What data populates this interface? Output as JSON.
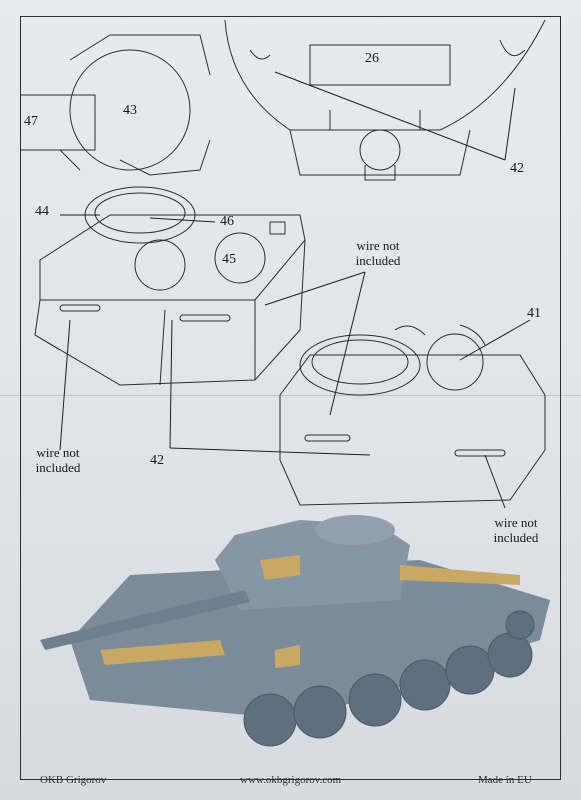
{
  "callouts": {
    "p26": "26",
    "p41": "41",
    "p42_top": "42",
    "p42_mid": "42",
    "p43": "43",
    "p44": "44",
    "p45": "45",
    "p46": "46",
    "p47": "47"
  },
  "notes": {
    "wire_top": [
      "wire not",
      "included"
    ],
    "wire_left": [
      "wire not",
      "included"
    ],
    "wire_right": [
      "wire not",
      "included"
    ]
  },
  "footer": {
    "left": "OKB Grigorov",
    "center": "www.okbgrigorov.com",
    "right": "Made in EU"
  },
  "colors": {
    "tank_body": "#6f7f8f",
    "photo_etch": "#c9a864",
    "line_art": "#2a2d33"
  }
}
